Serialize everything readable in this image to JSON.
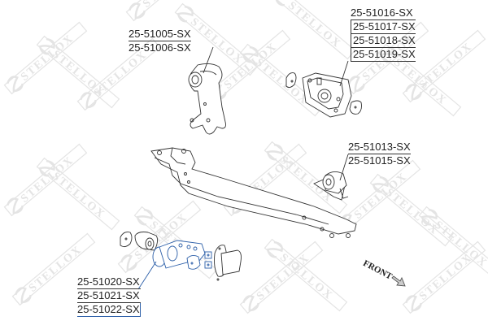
{
  "diagram": {
    "type": "exploded parts diagram",
    "subject": "Engine / transmission mounts with crossmember",
    "watermark": "STELLOX",
    "colors": {
      "line": "#333333",
      "highlight": "#2b5ea8",
      "watermark": "#e6e6e6"
    },
    "labels": {
      "group_top_left": [
        "25-51005-SX",
        "25-51006-SX"
      ],
      "group_top_right": [
        "25-51016-SX",
        "25-51017-SX",
        "25-51018-SX",
        "25-51019-SX"
      ],
      "group_mid_right": [
        "25-51013-SX",
        "25-51015-SX"
      ],
      "group_bottom_left": [
        "25-51020-SX",
        "25-51021-SX",
        "25-51022-SX"
      ]
    },
    "highlighted_part": "25-51022-SX",
    "direction_indicator": "FRONT"
  }
}
